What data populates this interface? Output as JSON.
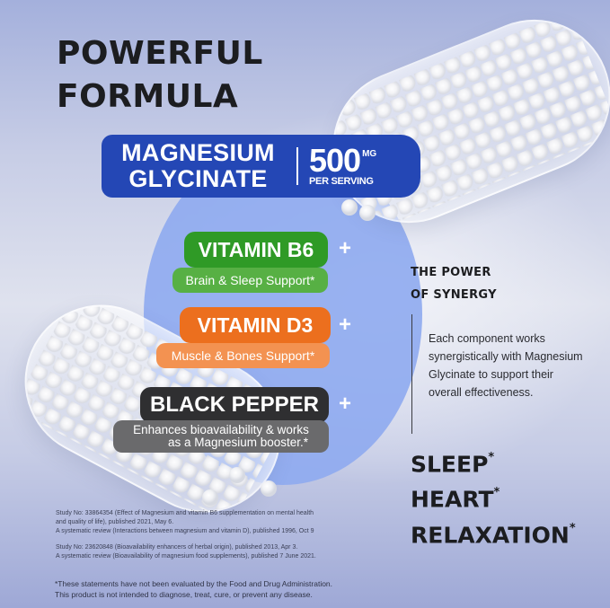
{
  "title": {
    "line1": "POWERFUL",
    "line2": "FORMULA"
  },
  "main_ingredient": {
    "name_line1": "MAGNESIUM",
    "name_line2": "GLYCINATE",
    "dose": "500",
    "unit": "MG",
    "per": "PER SERVING",
    "color": "#2447b5"
  },
  "ingredients": [
    {
      "name": "VITAMIN B6",
      "benefit": "Brain & Sleep Support*",
      "color": "#2f9a26",
      "sub_color": "#57b044",
      "connector": "+"
    },
    {
      "name": "VITAMIN D3",
      "benefit": "Muscle & Bones Support*",
      "color": "#ec6f1e",
      "sub_color": "#f39251",
      "connector": "+"
    },
    {
      "name": "BLACK PEPPER",
      "benefit_line1": "Enhances bioavailability & works",
      "benefit_line2": "as a Magnesium booster.*",
      "color": "#2f2f31",
      "sub_color": "#6a6a6c",
      "connector": "+"
    }
  ],
  "synergy": {
    "heading_line1": "THE POWER",
    "heading_line2": "OF SYNERGY",
    "body_lines": [
      "Each component works",
      "synergistically with Magnesium",
      "Glycinate to support their",
      "overall effectiveness."
    ]
  },
  "benefits": [
    {
      "label": "SLEEP",
      "mark": "*"
    },
    {
      "label": "HEART",
      "mark": "*"
    },
    {
      "label": "RELAXATION",
      "mark": "*"
    }
  ],
  "studies": [
    "Study No: 33864354 (Effect of Magnesium and vitamin B6 supplementation on mental health",
    "and quality of life), published 2021, May 6.",
    "A systematic review (Interactions between magnesium and vitamin D), published 1996, Oct 9",
    "Study No: 23620848 (Bioavailability enhancers of herbal origin), published 2013, Apr 3.",
    "A systematic review (Bioavailability of magnesium food supplements), published 7 June 2021."
  ],
  "disclaimer": [
    "*These statements have not been evaluated by the Food and Drug Administration.",
    "This product is not intended to diagnose, treat, cure, or prevent any disease."
  ]
}
